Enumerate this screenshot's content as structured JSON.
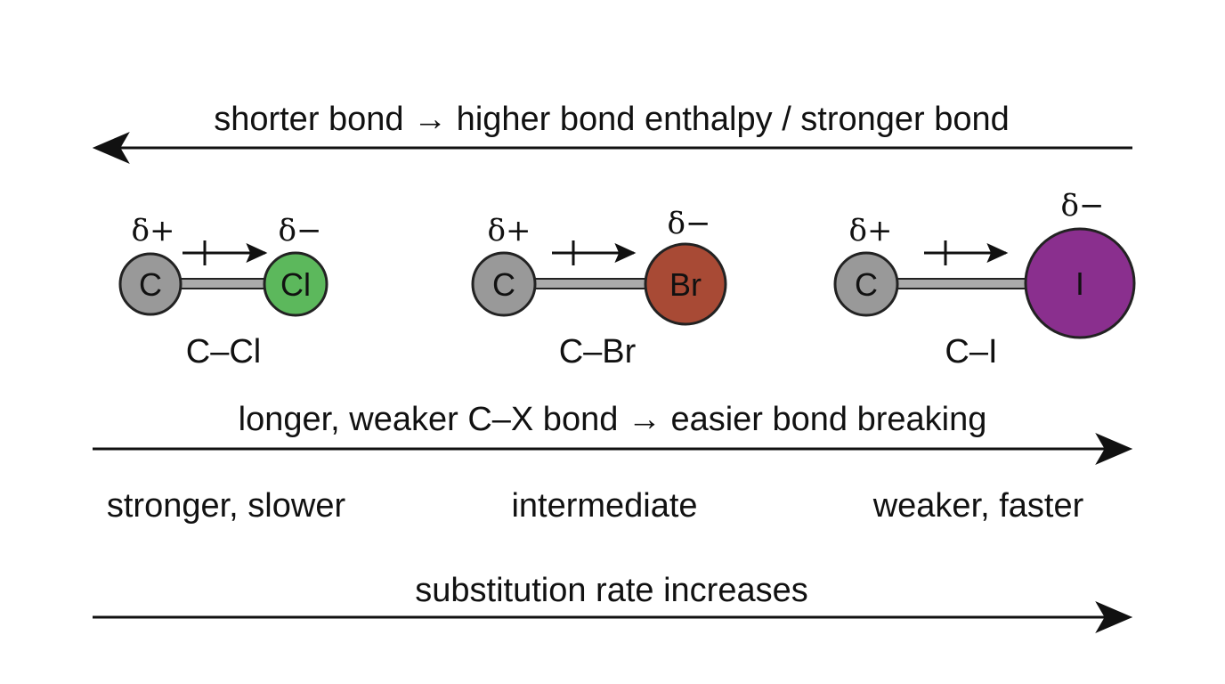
{
  "top_arrow": {
    "label": "shorter bond → higher bond enthalpy / stronger bond"
  },
  "molecules": [
    {
      "carbon": {
        "symbol": "C",
        "charge": "δ+",
        "color": "#999999"
      },
      "halogen": {
        "symbol": "Cl",
        "charge": "δ−",
        "color": "#5cb85c"
      },
      "bond_label": "C–Cl"
    },
    {
      "carbon": {
        "symbol": "C",
        "charge": "δ+",
        "color": "#999999"
      },
      "halogen": {
        "symbol": "Br",
        "charge": "δ−",
        "color": "#a84a35"
      },
      "bond_label": "C–Br"
    },
    {
      "carbon": {
        "symbol": "C",
        "charge": "δ+",
        "color": "#999999"
      },
      "halogen": {
        "symbol": "I",
        "charge": "δ−",
        "color": "#8a2f8e"
      },
      "bond_label": "C–I"
    }
  ],
  "middle_arrow": {
    "label": "longer, weaker C–X bond → easier bond breaking"
  },
  "strength_labels": [
    "stronger, slower",
    "intermediate",
    "weaker, faster"
  ],
  "bottom_arrow": {
    "label": "substitution rate increases"
  },
  "colors": {
    "line": "#111111",
    "bond": "#aaaaaa",
    "outline": "#222222"
  }
}
